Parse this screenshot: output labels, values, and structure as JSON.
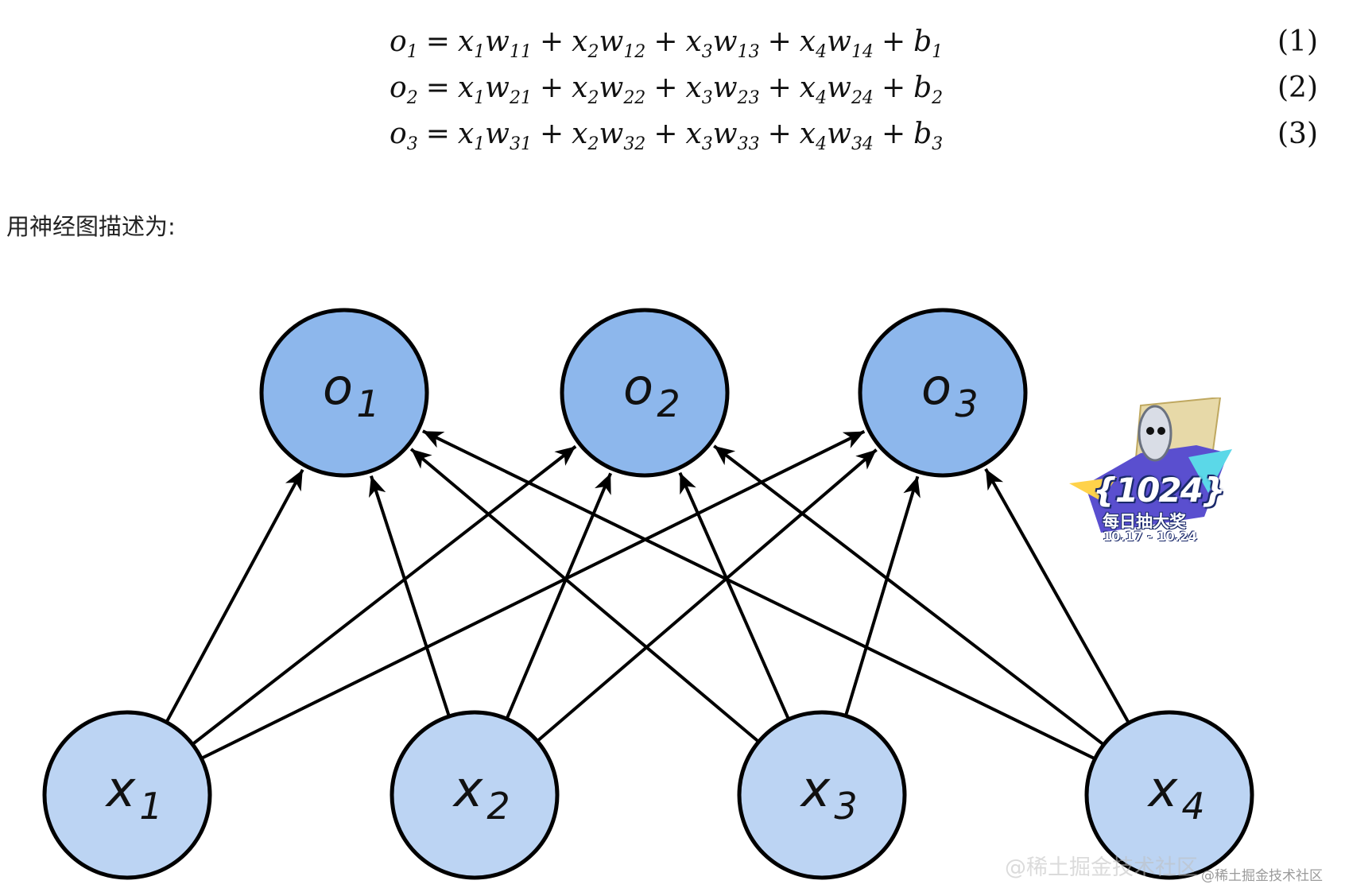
{
  "equations": [
    {
      "lhs": "o",
      "lhs_sub": "1",
      "terms": [
        {
          "x": "x",
          "xs": "1",
          "w": "w",
          "ws": "11"
        },
        {
          "x": "x",
          "xs": "2",
          "w": "w",
          "ws": "12"
        },
        {
          "x": "x",
          "xs": "3",
          "w": "w",
          "ws": "13"
        },
        {
          "x": "x",
          "xs": "4",
          "w": "w",
          "ws": "14"
        }
      ],
      "bias": "b",
      "bias_sub": "1",
      "number": "(1)"
    },
    {
      "lhs": "o",
      "lhs_sub": "2",
      "terms": [
        {
          "x": "x",
          "xs": "1",
          "w": "w",
          "ws": "21"
        },
        {
          "x": "x",
          "xs": "2",
          "w": "w",
          "ws": "22"
        },
        {
          "x": "x",
          "xs": "3",
          "w": "w",
          "ws": "23"
        },
        {
          "x": "x",
          "xs": "4",
          "w": "w",
          "ws": "24"
        }
      ],
      "bias": "b",
      "bias_sub": "2",
      "number": "(2)"
    },
    {
      "lhs": "o",
      "lhs_sub": "3",
      "terms": [
        {
          "x": "x",
          "xs": "1",
          "w": "w",
          "ws": "31"
        },
        {
          "x": "x",
          "xs": "2",
          "w": "w",
          "ws": "32"
        },
        {
          "x": "x",
          "xs": "3",
          "w": "w",
          "ws": "33"
        },
        {
          "x": "x",
          "xs": "4",
          "w": "w",
          "ws": "34"
        }
      ],
      "bias": "b",
      "bias_sub": "3",
      "number": "(3)"
    }
  ],
  "caption": "用神经图描述为:",
  "network": {
    "output_nodes": [
      {
        "label": "o",
        "sub": "1"
      },
      {
        "label": "o",
        "sub": "2"
      },
      {
        "label": "o",
        "sub": "3"
      }
    ],
    "input_nodes": [
      {
        "label": "x",
        "sub": "1"
      },
      {
        "label": "x",
        "sub": "2"
      },
      {
        "label": "x",
        "sub": "3"
      },
      {
        "label": "x",
        "sub": "4"
      }
    ],
    "output_fill": "#8db7ec",
    "input_fill": "#bcd4f3",
    "stroke": "#000000"
  },
  "badge": {
    "number": "{1024}",
    "text": "每日抽大奖",
    "date": "10.17 - 10.24"
  },
  "watermark": "@稀土掘金技术社区",
  "watermark_ghost": "@稀土掘金技术社区"
}
